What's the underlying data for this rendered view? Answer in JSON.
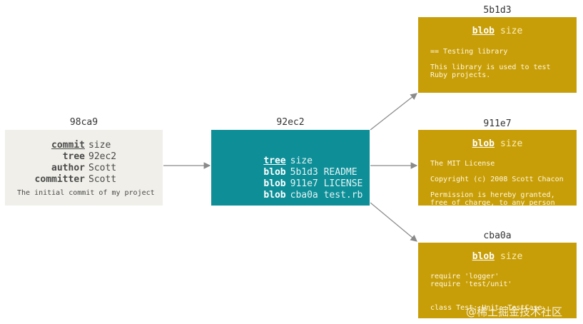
{
  "commit": {
    "hash": "98ca9",
    "rows": [
      {
        "key": "commit",
        "value": "size"
      },
      {
        "key": "tree",
        "value": "92ec2"
      },
      {
        "key": "author",
        "value": "Scott"
      },
      {
        "key": "committer",
        "value": "Scott"
      }
    ],
    "message": "The initial commit of my project"
  },
  "tree": {
    "hash": "92ec2",
    "rows": [
      {
        "key": "tree",
        "value": "size"
      },
      {
        "key": "blob",
        "value": "5b1d3 README"
      },
      {
        "key": "blob",
        "value": "911e7 LICENSE"
      },
      {
        "key": "blob",
        "value": "cba0a test.rb"
      }
    ]
  },
  "blobs": [
    {
      "hash": "5b1d3",
      "key": "blob",
      "value": "size",
      "lines": [
        "== Testing library",
        "",
        "This library is used to test",
        "Ruby projects."
      ]
    },
    {
      "hash": "911e7",
      "key": "blob",
      "value": "size",
      "lines": [
        "The MIT License",
        "",
        "Copyright (c) 2008 Scott Chacon",
        "",
        "Permission is hereby granted,",
        "free of charge, to any person"
      ]
    },
    {
      "hash": "cba0a",
      "key": "blob",
      "value": "size",
      "lines": [
        "require 'logger'",
        "require 'test/unit'",
        "",
        "",
        "class Test::Unit::TestCase"
      ]
    }
  ],
  "watermark": "@稀土掘金技术社区",
  "colors": {
    "commit_bg": "#f0efe9",
    "tree_bg": "#0e8f98",
    "blob_bg": "#c89e08",
    "arrow": "#8a8a8a"
  }
}
